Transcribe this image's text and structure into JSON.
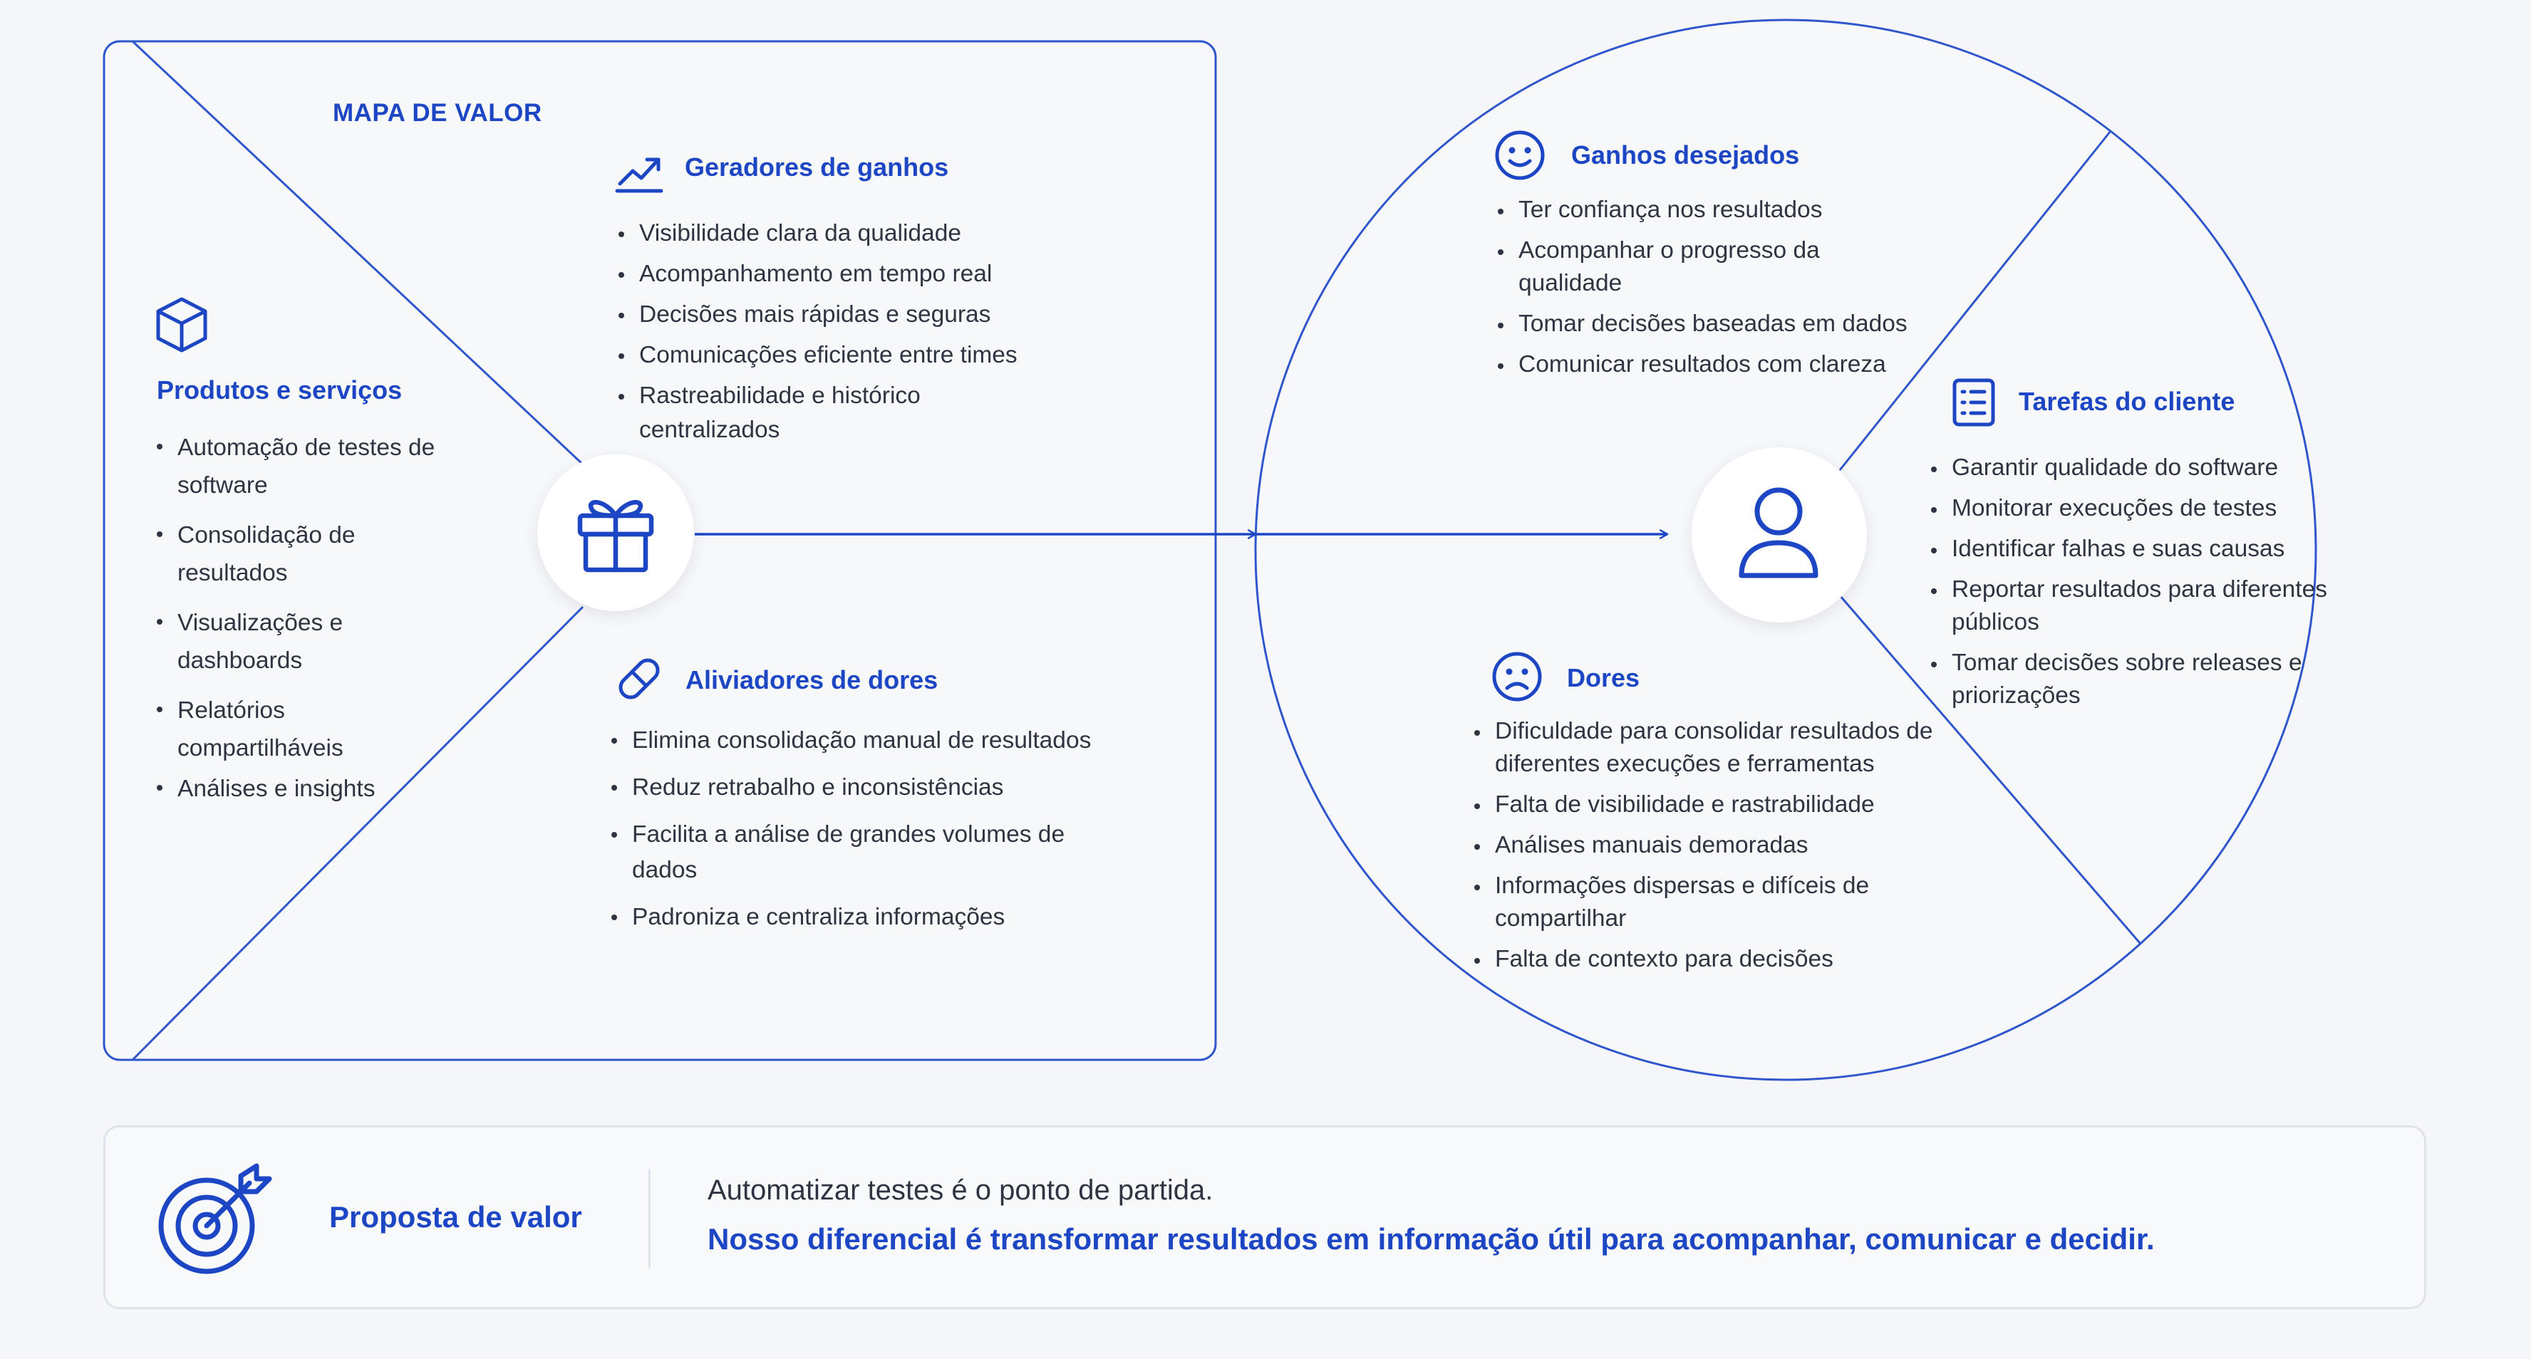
{
  "value_map": {
    "title": "MAPA DE VALOR",
    "products": {
      "icon": "box-icon",
      "heading": "Produtos e serviços",
      "items": [
        "Automação de testes de software",
        "Consolidação de resultados",
        "Visualizações e dashboards",
        "Relatórios compartilháveis",
        "Análises e insights"
      ]
    },
    "gain_creators": {
      "icon": "trending-up-icon",
      "heading": "Geradores de ganhos",
      "items": [
        "Visibilidade clara da qualidade",
        "Acompanhamento em tempo real",
        "Decisões mais rápidas e seguras",
        "Comunicações eficiente entre times",
        "Rastreabilidade e histórico centralizados"
      ]
    },
    "pain_relievers": {
      "icon": "pill-icon",
      "heading": "Aliviadores de dores",
      "items": [
        "Elimina consolidação manual de resultados",
        "Reduz retrabalho e inconsistências",
        "Facilita a análise de grandes volumes de dados",
        "Padroniza e centraliza informações"
      ]
    },
    "center_icon": "gift-icon"
  },
  "customer_profile": {
    "gains": {
      "icon": "smile-icon",
      "heading": "Ganhos desejados",
      "items": [
        "Ter confiança nos resultados",
        "Acompanhar o progresso da qualidade",
        "Tomar decisões baseadas em dados",
        "Comunicar resultados com clareza"
      ]
    },
    "jobs": {
      "icon": "checklist-icon",
      "heading": "Tarefas do cliente",
      "items": [
        "Garantir qualidade do software",
        "Monitorar execuções de testes",
        "Identificar falhas e suas causas",
        "Reportar resultados para diferentes públicos",
        "Tomar decisões sobre releases e priorizações"
      ]
    },
    "pains": {
      "icon": "sad-face-icon",
      "heading": "Dores",
      "items": [
        "Dificuldade para consolidar resultados de diferentes execuções e ferramentas",
        "Falta de visibilidade e rastrabilidade",
        "Análises manuais demoradas",
        "Informações dispersas e difíceis de compartilhar",
        "Falta de contexto para decisões"
      ]
    },
    "center_icon": "user-icon"
  },
  "value_proposition": {
    "icon": "target-icon",
    "label": "Proposta de valor",
    "line1": "Automatizar testes é o ponto de partida.",
    "line2": "Nosso diferencial é transformar resultados em informação útil para acompanhar, comunicar e decidir."
  },
  "colors": {
    "accent": "#1d46c4",
    "text": "#2f3441",
    "background": "#f5f6f9"
  }
}
